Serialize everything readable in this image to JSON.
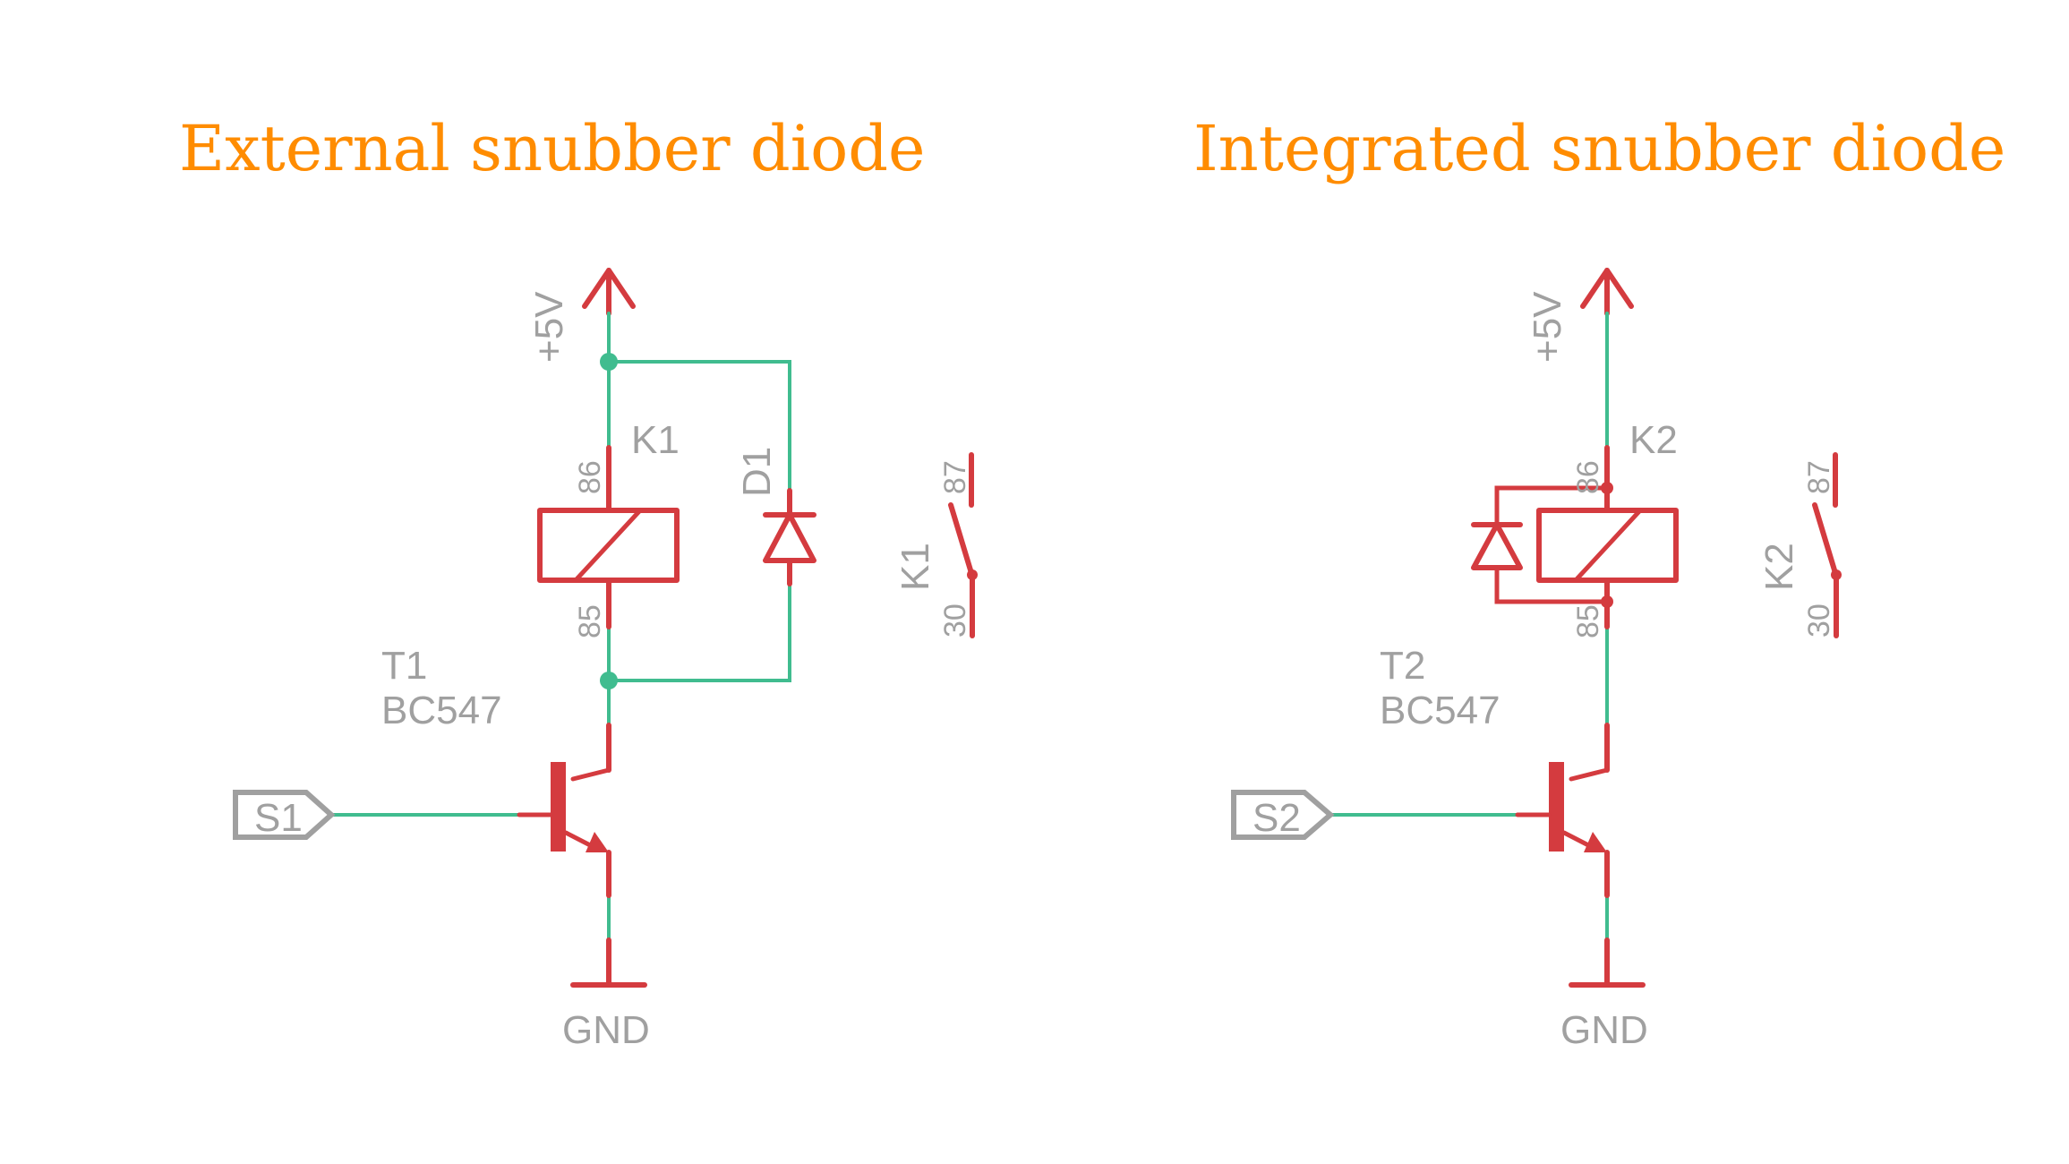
{
  "titles": {
    "left": "External snubber diode",
    "right": "Integrated snubber diode"
  },
  "colors": {
    "title": "#FF8C00",
    "net": "#40BC8F",
    "symbol": "#D43B3F",
    "label": "#A0A0A0"
  },
  "left_circuit": {
    "supply": "+5V",
    "relay": {
      "name": "K1",
      "pin_top": "86",
      "pin_bottom": "85"
    },
    "diode": {
      "name": "D1"
    },
    "switch": {
      "name": "K1",
      "pin_top": "87",
      "pin_bottom": "30"
    },
    "transistor": {
      "name": "T1",
      "value": "BC547"
    },
    "signal": "S1",
    "ground": "GND"
  },
  "right_circuit": {
    "supply": "+5V",
    "relay": {
      "name": "K2",
      "pin_top": "86",
      "pin_bottom": "85"
    },
    "switch": {
      "name": "K2",
      "pin_top": "87",
      "pin_bottom": "30"
    },
    "transistor": {
      "name": "T2",
      "value": "BC547"
    },
    "signal": "S2",
    "ground": "GND"
  }
}
